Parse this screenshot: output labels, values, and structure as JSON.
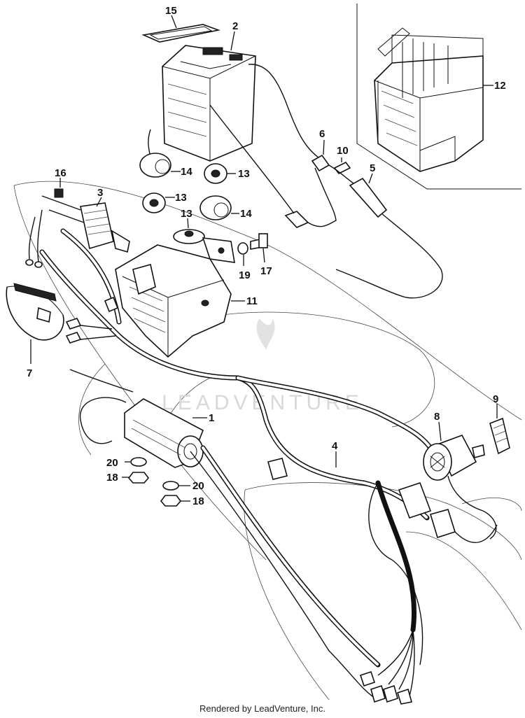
{
  "callouts": {
    "c1": "1",
    "c2": "2",
    "c3": "3",
    "c4": "4",
    "c5": "5",
    "c6": "6",
    "c7": "7",
    "c8": "8",
    "c9": "9",
    "c10": "10",
    "c11": "11",
    "c12": "12",
    "c13a": "13",
    "c13b": "13",
    "c13c": "13",
    "c14a": "14",
    "c14b": "14",
    "c15": "15",
    "c16": "16",
    "c17": "17",
    "c18a": "18",
    "c18b": "18",
    "c19": "19",
    "c20a": "20",
    "c20b": "20"
  },
  "watermark": "LEADVENTURE",
  "footer": "Rendered by LeadVenture, Inc."
}
